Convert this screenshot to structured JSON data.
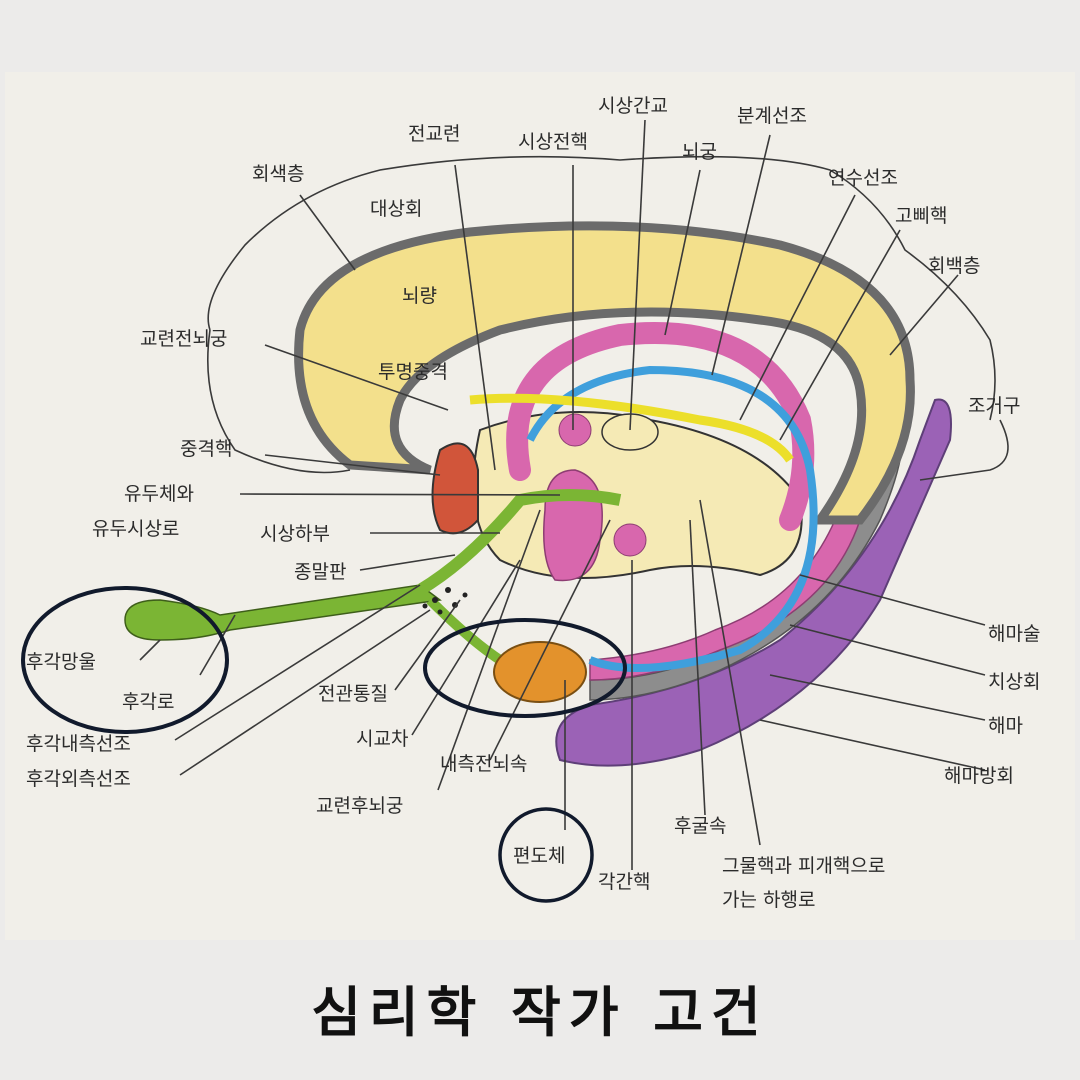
{
  "caption": "심리학 작가 고건",
  "colors": {
    "paper": "#f1efe9",
    "callosum": "#f3e08c",
    "fornix": "#d867ad",
    "stria_terminalis": "#3f9fdc",
    "stria_medullaris": "#ecdf2a",
    "olfactory": "#7bb534",
    "amygdala": "#e3922c",
    "hippocampus": "#9b62b6",
    "septal_nucleus": "#d1553a",
    "highlight_ring": "#111a2c"
  },
  "labels": {
    "gray_layer": "회색층",
    "cingulate_gyrus": "대상회",
    "precommissural_fornix": "전교련",
    "thalamic_reticular": "시상전핵",
    "interthalamic_adhesion": "시상간교",
    "fornix": "뇌궁",
    "stria_terminalis": "분계선조",
    "stria_medullaris": "연수선조",
    "habenula": "고삐핵",
    "indusium_griseum": "회백층",
    "corpus_callosum": "뇌량",
    "precommissural_fornix_fibers": "교련전뇌궁",
    "septum_pellucidum": "투명중격",
    "septal_nucleus": "중격핵",
    "mammillary_and_tract_1": "유두체와",
    "mammillary_and_tract_2": "유두시상로",
    "hypothalamus": "시상하부",
    "lamina_terminalis": "종말판",
    "olfactory_bulb": "후각망울",
    "olfactory_tract": "후각로",
    "medial_olfactory_stria": "후각내측선조",
    "lateral_olfactory_stria": "후각외측선조",
    "anterior_perforated_substance": "전관통질",
    "optic_chiasm": "시교차",
    "medial_forebrain_bundle": "내측전뇌속",
    "postcommissural_fornix": "교련후뇌궁",
    "amygdala": "편도체",
    "interstitial_nucleus": "각간핵",
    "dorsal_longitudinal_fasciculus": "후굴속",
    "descending_path_1": "그물핵과 피개핵으로",
    "descending_path_2": "가는 하행로",
    "calcarine_sulcus": "조거구",
    "fimbria": "해마술",
    "dentate_gyrus": "치상회",
    "hippocampus": "해마",
    "parahippocampal_gyrus": "해마방회"
  }
}
